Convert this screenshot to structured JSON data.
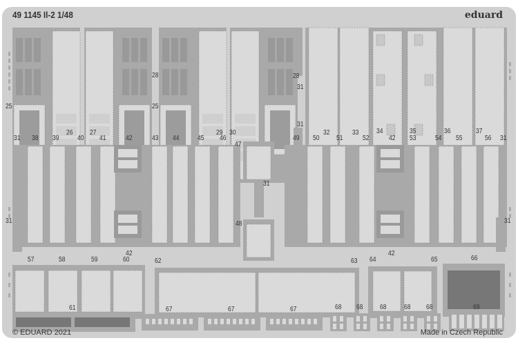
{
  "header": {
    "title": "49 1145  Il-2   1/48",
    "brand": "eduard"
  },
  "footer": {
    "copyright": "© EDUARD 2021",
    "origin": "Made in Czech Republic"
  },
  "part_labels": [
    "25",
    "26",
    "27",
    "28",
    "25",
    "28",
    "29",
    "30",
    "31",
    "31",
    "32",
    "33",
    "34",
    "35",
    "36",
    "37",
    "31",
    "38",
    "39",
    "40",
    "41",
    "42",
    "43",
    "44",
    "45",
    "46",
    "47",
    "49",
    "50",
    "51",
    "52",
    "42",
    "53",
    "54",
    "55",
    "56",
    "31",
    "31",
    "31",
    "31",
    "48",
    "42",
    "42",
    "57",
    "58",
    "59",
    "60",
    "62",
    "63",
    "64",
    "65",
    "66",
    "61",
    "67",
    "67",
    "67",
    "68",
    "68",
    "68",
    "68",
    "68",
    "69"
  ],
  "colors": {
    "fret": "#d0d0d0",
    "part": "#a9a9a9",
    "part_light": "#dadada",
    "text": "#333333"
  }
}
